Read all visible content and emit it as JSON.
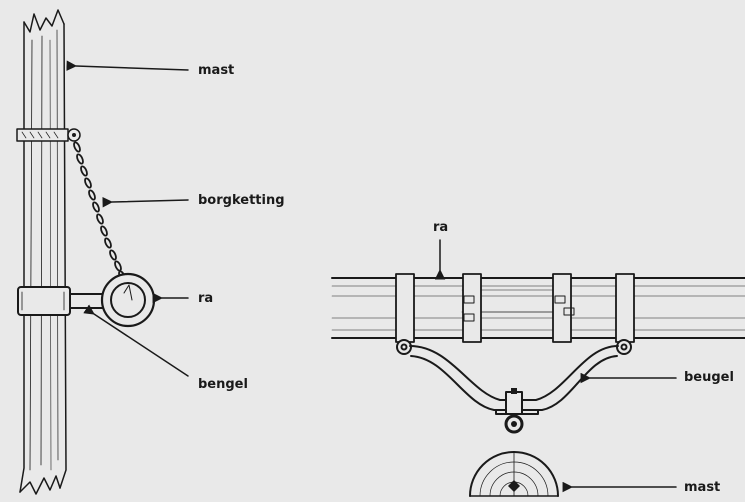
{
  "left_figure": {
    "labels": {
      "mast": "mast",
      "chain": "borgketting",
      "yard": "ra",
      "bracket": "bengel"
    }
  },
  "right_figure": {
    "labels": {
      "yard": "ra",
      "bracket": "beugel",
      "mast": "mast"
    }
  },
  "colors": {
    "background": "#e9e9e9",
    "ink": "#1a1a1a"
  }
}
